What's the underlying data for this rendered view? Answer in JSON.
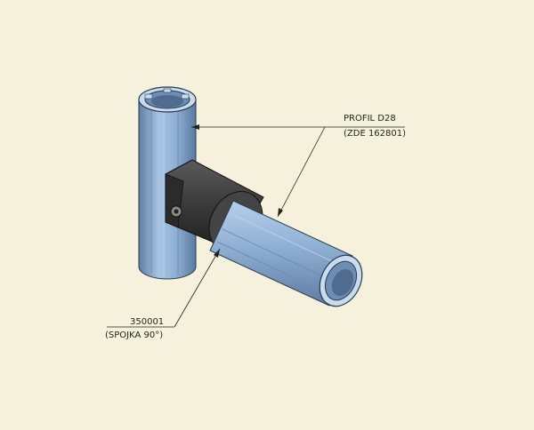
{
  "colors": {
    "background": "#f5f1dc",
    "tube_blue": "#8fb0d4",
    "connector_dark": "#3a3a3a",
    "leader_line": "#222222"
  },
  "labels": {
    "profile_code": "PROFIL D28",
    "profile_ref": "(ZDE 162801)",
    "connector_code": "350001",
    "connector_ref": "(SPOJKA 90°)"
  }
}
